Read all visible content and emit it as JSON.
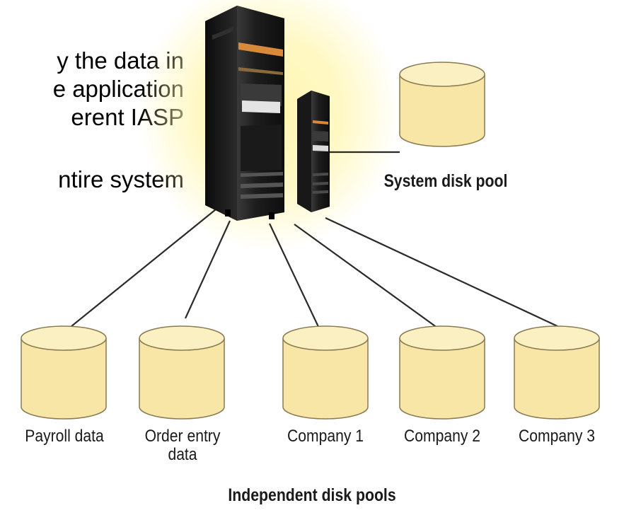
{
  "slide_text": {
    "line1": "y the data in",
    "line2": "e application",
    "line3": "erent IASP",
    "line4": "ntire system"
  },
  "system_pool": {
    "label": "System disk pool"
  },
  "independent_pools": {
    "label": "Independent disk pools",
    "disks": [
      {
        "label_line1": "Payroll data",
        "label_line2": ""
      },
      {
        "label_line1": "Order entry",
        "label_line2": "data"
      },
      {
        "label_line1": "Company 1",
        "label_line2": ""
      },
      {
        "label_line1": "Company 2",
        "label_line2": ""
      },
      {
        "label_line1": "Company 3",
        "label_line2": ""
      }
    ]
  },
  "colors": {
    "disk_fill": "#f7e6a6",
    "disk_top": "#fbf0c2",
    "disk_stroke": "#8a7a52",
    "server_body": "#1c1c1c",
    "server_accent": "#d88a3a",
    "glow": "#fff3a8",
    "connector": "#2a2a2a"
  }
}
